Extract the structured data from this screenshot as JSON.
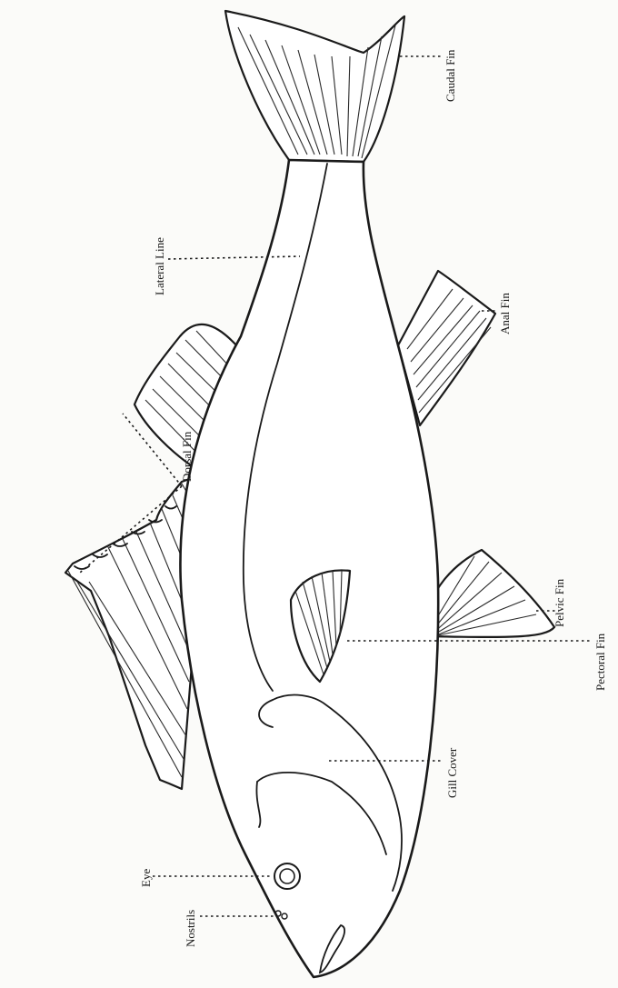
{
  "diagram": {
    "labels": {
      "caudal_fin": "Caudal Fin",
      "lateral_line": "Lateral Line",
      "anal_fin": "Anal Fin",
      "dorsal_fin": "Dorsal Fin",
      "pelvic_fin": "Pelvic Fin",
      "pectoral_fin": "Pectoral Fin",
      "gill_cover": "Gill Cover",
      "eye": "Eye",
      "nostrils": "Nostrils"
    }
  }
}
